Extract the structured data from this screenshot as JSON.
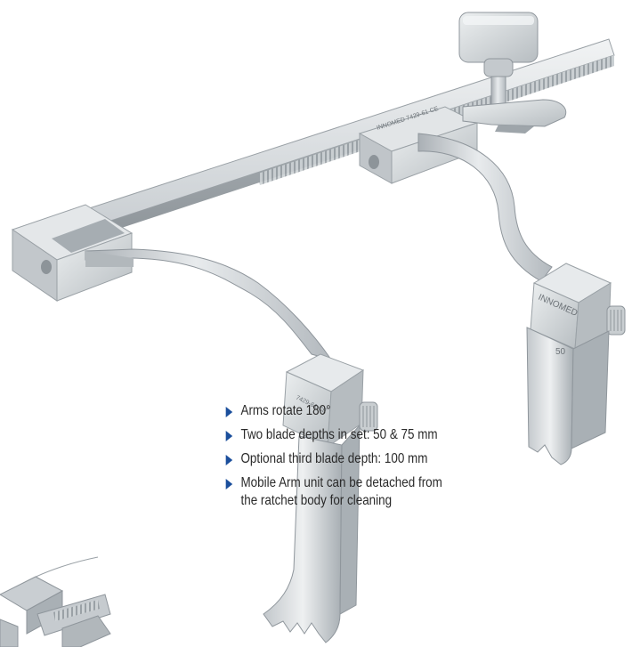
{
  "features": [
    {
      "icon": "triangle-bullet-icon",
      "lines": [
        "Arms rotate 180°"
      ]
    },
    {
      "icon": "triangle-bullet-icon",
      "lines": [
        "Two blade depths in set: 50 & 75 mm"
      ]
    },
    {
      "icon": "triangle-bullet-icon",
      "lines": [
        "Optional third blade depth: 100 mm"
      ]
    },
    {
      "icon": "triangle-bullet-icon",
      "lines": [
        "Mobile Arm unit can be detached from",
        "the ratchet body for cleaning"
      ]
    }
  ],
  "engravings": {
    "right_block_brand": "INNOMED",
    "right_blade_depth": "50",
    "slider_mark": "INNOMED 7429-61 CE",
    "left_block_mark": "7429-61 CE"
  },
  "colors": {
    "steel_light": "#e6e9eb",
    "steel_mid": "#c3c8cc",
    "steel_dark": "#8f969c",
    "bullet": "#1b4f9c",
    "text": "#2a2a2a"
  }
}
